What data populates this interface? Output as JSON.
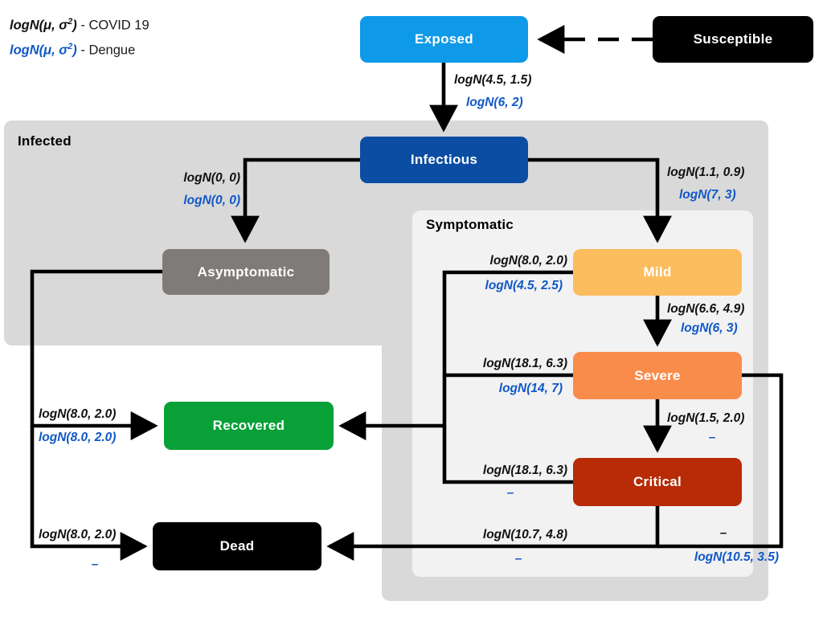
{
  "legend": {
    "covid": {
      "dist": "logN(μ, σ",
      "exp": "2",
      "close": ")",
      "sep": " - ",
      "name": "COVID 19"
    },
    "dengue": {
      "dist": "logN(μ, σ",
      "exp": "2",
      "close": ")",
      "sep": " - ",
      "name": "Dengue"
    }
  },
  "groups": {
    "infected": "Infected",
    "symptomatic": "Symptomatic"
  },
  "nodes": {
    "susceptible": {
      "label": "Susceptible",
      "color": "#000000"
    },
    "exposed": {
      "label": "Exposed",
      "color": "#0e9ae8"
    },
    "infectious": {
      "label": "Infectious",
      "color": "#0b4da2"
    },
    "asymptomatic": {
      "label": "Asymptomatic",
      "color": "#7f7b79"
    },
    "mild": {
      "label": "Mild",
      "color": "#fcbd5e"
    },
    "severe": {
      "label": "Severe",
      "color": "#f98c4b"
    },
    "critical": {
      "label": "Critical",
      "color": "#b72b07"
    },
    "recovered": {
      "label": "Recovered",
      "color": "#08a037"
    },
    "dead": {
      "label": "Dead",
      "color": "#000000"
    }
  },
  "colors": {
    "covid": "#111111",
    "dengue": "#1158c7",
    "panel_infected": "#d9d9d9",
    "panel_symptomatic": "#f2f2f2",
    "edge": "#000000",
    "background": "#ffffff"
  },
  "edges": [
    {
      "id": "susceptible-exposed",
      "from": "Susceptible",
      "to": "Exposed",
      "covid": "",
      "dengue": "",
      "style": "dashed"
    },
    {
      "id": "exposed-infectious",
      "from": "Exposed",
      "to": "Infectious",
      "covid": "logN(4.5, 1.5)",
      "dengue": "logN(6, 2)",
      "style": "solid"
    },
    {
      "id": "infectious-asymptomatic",
      "from": "Infectious",
      "to": "Asymptomatic",
      "covid": "logN(0, 0)",
      "dengue": "logN(0, 0)",
      "style": "solid"
    },
    {
      "id": "infectious-mild",
      "from": "Infectious",
      "to": "Mild",
      "covid": "logN(1.1, 0.9)",
      "dengue": "logN(7, 3)",
      "style": "solid"
    },
    {
      "id": "mild-recovered",
      "from": "Mild",
      "to": "Recovered",
      "covid": "logN(8.0, 2.0)",
      "dengue": "logN(4.5, 2.5)",
      "style": "solid"
    },
    {
      "id": "mild-severe",
      "from": "Mild",
      "to": "Severe",
      "covid": "logN(6.6, 4.9)",
      "dengue": "logN(6, 3)",
      "style": "solid"
    },
    {
      "id": "severe-recovered",
      "from": "Severe",
      "to": "Recovered",
      "covid": "logN(18.1, 6.3)",
      "dengue": "logN(14, 7)",
      "style": "solid"
    },
    {
      "id": "severe-critical",
      "from": "Severe",
      "to": "Critical",
      "covid": "logN(1.5, 2.0)",
      "dengue": "–",
      "style": "solid"
    },
    {
      "id": "critical-recovered",
      "from": "Critical",
      "to": "Recovered",
      "covid": "logN(18.1, 6.3)",
      "dengue": "–",
      "style": "solid"
    },
    {
      "id": "critical-dead",
      "from": "Critical",
      "to": "Dead",
      "covid": "logN(10.7, 4.8)",
      "dengue": "–",
      "style": "solid"
    },
    {
      "id": "severe-dead",
      "from": "Severe",
      "to": "Dead",
      "covid": "–",
      "dengue": "logN(10.5, 3.5)",
      "style": "solid"
    },
    {
      "id": "asymptomatic-recovered",
      "from": "Asymptomatic",
      "to": "Recovered",
      "covid": "logN(8.0, 2.0)",
      "dengue": "logN(8.0, 2.0)",
      "style": "solid"
    },
    {
      "id": "asymptomatic-dead",
      "from": "Asymptomatic",
      "to": "Dead",
      "covid": "logN(8.0, 2.0)",
      "dengue": "–",
      "style": "solid"
    }
  ]
}
